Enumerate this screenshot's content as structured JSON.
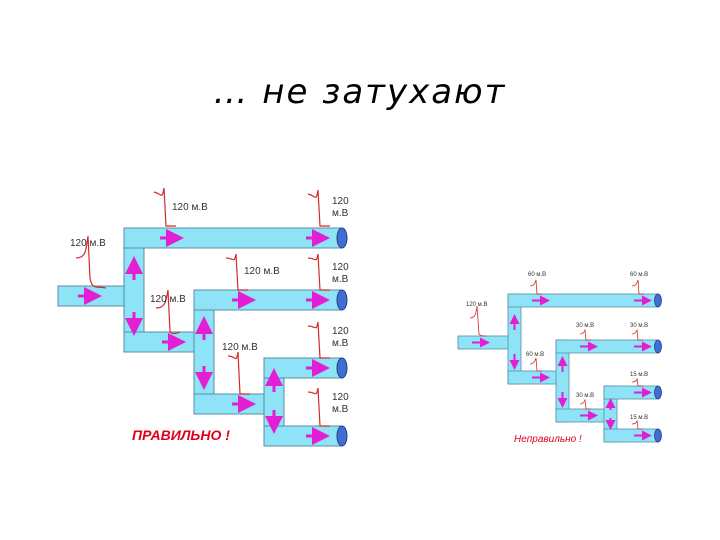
{
  "title": "… не  затухают",
  "left_diagram": {
    "caption": "ПРАВИЛЬНО !",
    "labels": {
      "input": "120 м.В",
      "top_branch": "120 м.В",
      "top_out_a": "120",
      "top_out_b": "м.В",
      "mid_split": "120 м.В",
      "mid_branch": "120 м.В",
      "mid_out_a": "120",
      "mid_out_b": "м.В",
      "low_branch": "120 м.В",
      "low_out_a": "120",
      "low_out_b": "м.В",
      "bottom_out_a": "120",
      "bottom_out_b": "м.В"
    }
  },
  "right_diagram": {
    "caption": "Неправильно !",
    "labels": {
      "input": "120 м.В",
      "top_branch": "60 м.В",
      "top_out": "60 м.В",
      "mid_split": "60 м.В",
      "mid_branch": "30 м.В",
      "mid_out": "30 м.В",
      "low_split": "30 м.В",
      "low_out": "15 м.В",
      "bottom_out": "15 м.В"
    }
  },
  "colors": {
    "pipe": "#8fe3f7",
    "pipe_outline": "#5a8ca6",
    "pipe_end": "#3f6fd4",
    "arrow": "#e21fd4",
    "signal": "#d42a2a",
    "caption": "#e0001b"
  }
}
